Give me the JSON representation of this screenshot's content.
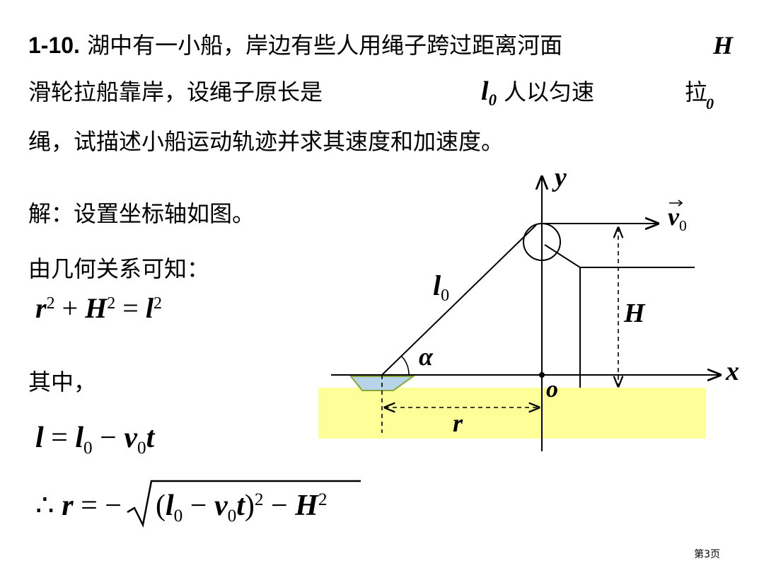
{
  "problem": {
    "number": "1-10.",
    "line1": "湖中有一小船，岸边有些人用绳子跨过距离河面",
    "line1_var": "H",
    "line2_a": "滑轮拉船靠岸，设绳子原长是",
    "line2_l0_base": "l",
    "line2_l0_sub": "0",
    "line2_b": "人以匀速",
    "line2_c": "拉",
    "line2_v0_sub": "0",
    "line3": "绳，试描述小船运动轨迹并求其速度和加速度。"
  },
  "solution": {
    "intro": "解：设置坐标轴如图。",
    "geometry": "由几何关系可知：",
    "where": "其中，"
  },
  "equations": {
    "eq1": {
      "r": "r",
      "r_exp": "2",
      "plus": "+",
      "H": "H",
      "H_exp": "2",
      "eq": "=",
      "l": "l",
      "l_exp": "2"
    },
    "eq2": {
      "l": "l",
      "eq": "=",
      "l0": "l",
      "l0_sub": "0",
      "minus": "−",
      "v0": "v",
      "v0_sub": "0",
      "t": "t"
    },
    "eq3": {
      "therefore": "∴",
      "r": "r",
      "eq": "=",
      "minus": "−",
      "open": "(",
      "l0": "l",
      "l0_sub": "0",
      "minus2": "−",
      "v0": "v",
      "v0_sub": "0",
      "t": "t",
      "close": ")",
      "exp": "2",
      "minus3": "−",
      "H": "H",
      "H_exp": "2"
    }
  },
  "diagram": {
    "y_label": "y",
    "x_label": "x",
    "origin_label": "o",
    "v0_label": "v",
    "v0_sub": "0",
    "l0_label": "l",
    "l0_sub": "0",
    "H_label": "H",
    "alpha_label": "α",
    "r_label": "r",
    "water_color": "#ffff99",
    "boat_color": "#b8d4e8"
  },
  "footer": "第3页"
}
